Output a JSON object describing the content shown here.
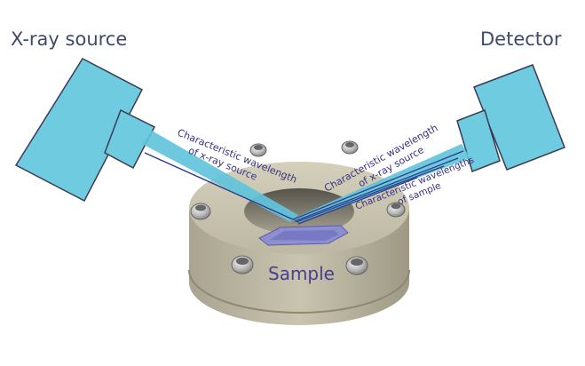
{
  "labels": {
    "xray_source": "X-ray source",
    "detector": "Detector",
    "incident_beam": [
      "Characteristic wavelength",
      "of x-ray source"
    ],
    "reflected_beam": [
      "Characteristic wavelength",
      "of x-ray source"
    ],
    "sample_emission": [
      "Characteristic wavelengths",
      "of sample"
    ],
    "sample": "Sample"
  },
  "colors": {
    "box_fill": "#6fcbe0",
    "box_stroke": "#3b3b55",
    "beam": "#62c3db",
    "ray": "#2b3c8a",
    "holder": "#c5c0ab",
    "text": "#3f4a6b",
    "beam_text": "#3a3380"
  }
}
